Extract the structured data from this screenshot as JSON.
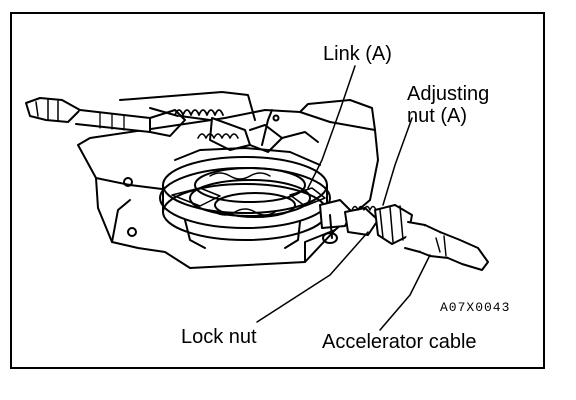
{
  "labels": {
    "link_a": "Link (A)",
    "adjusting_nut_line1": "Adjusting",
    "adjusting_nut_line2": "nut (A)",
    "lock_nut": "Lock nut",
    "accelerator_cable": "Accelerator cable"
  },
  "figure_code": "A07X0043"
}
